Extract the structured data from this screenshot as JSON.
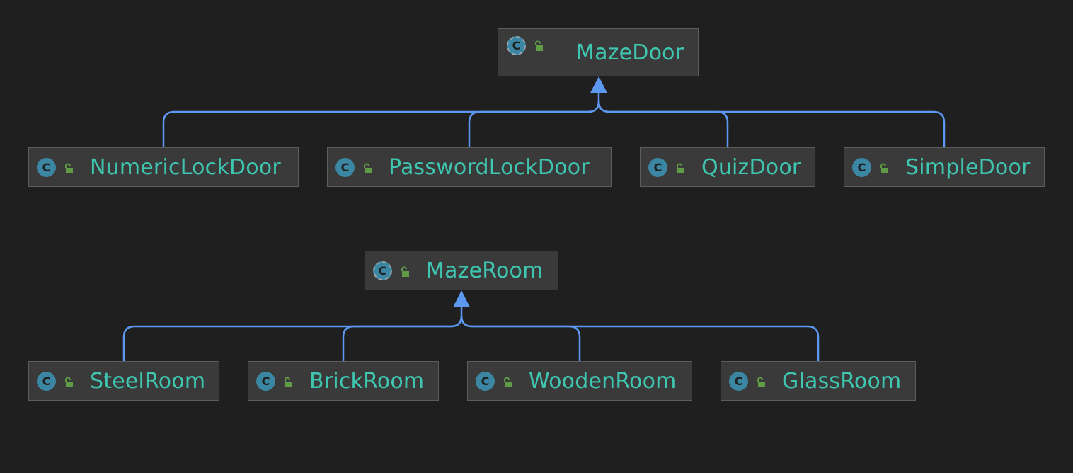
{
  "diagram": {
    "groups": [
      {
        "parent": {
          "name": "MazeDoor",
          "kind": "abstract-class"
        },
        "children": [
          {
            "name": "NumericLockDoor",
            "kind": "class"
          },
          {
            "name": "PasswordLockDoor",
            "kind": "class"
          },
          {
            "name": "QuizDoor",
            "kind": "class"
          },
          {
            "name": "SimpleDoor",
            "kind": "class"
          }
        ]
      },
      {
        "parent": {
          "name": "MazeRoom",
          "kind": "abstract-class"
        },
        "children": [
          {
            "name": "SteelRoom",
            "kind": "class"
          },
          {
            "name": "BrickRoom",
            "kind": "class"
          },
          {
            "name": "WoodenRoom",
            "kind": "class"
          },
          {
            "name": "GlassRoom",
            "kind": "class"
          }
        ]
      }
    ],
    "badge_letter": "C",
    "colors": {
      "background": "#1f1f1f",
      "node_fill": "#3a3a3a",
      "node_border": "#5d5d5d",
      "label": "#3ec6b0",
      "badge": "#3b87a3",
      "lock": "#5f9c45",
      "edge": "#5d98f0"
    },
    "icons": [
      "class-icon",
      "abstract-class-icon",
      "public-lock-icon",
      "inheritance-arrow-icon"
    ]
  }
}
